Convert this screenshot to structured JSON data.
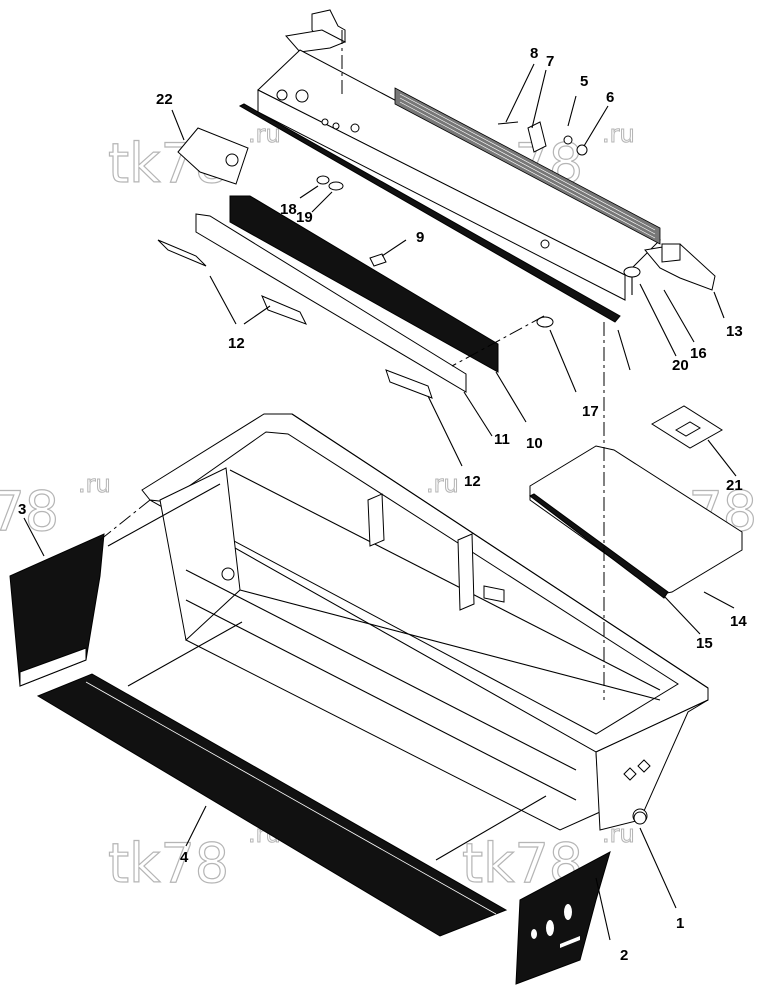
{
  "watermark": {
    "main": "tk78",
    "sup": ".ru"
  },
  "callouts": [
    "1",
    "2",
    "3",
    "4",
    "5",
    "6",
    "7",
    "8",
    "9",
    "10",
    "11",
    "12",
    "12",
    "13",
    "14",
    "15",
    "16",
    "17",
    "18",
    "19",
    "20",
    "21",
    "22"
  ]
}
